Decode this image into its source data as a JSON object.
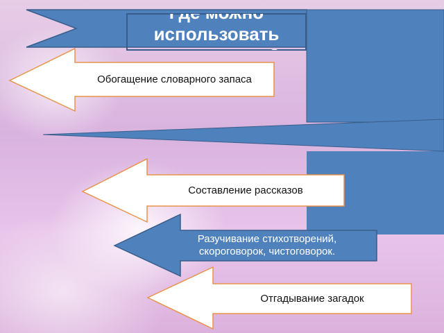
{
  "title": {
    "text": "Где  можно использовать мнемосхемы?"
  },
  "items": [
    {
      "label": "Обогащение словарного запаса"
    },
    {
      "label": "Составление рассказов"
    },
    {
      "label": "Разучивание стихотворений, скороговорок, чистоговорок."
    },
    {
      "label": "Отгадывание загадок"
    }
  ],
  "colors": {
    "blue": "#4f81bd",
    "blue_outline": "#385d8a",
    "arrow_fill": "#ffffff",
    "arrow_outline": "#e8944a",
    "text_dark": "#111111",
    "text_light": "#ffffff"
  }
}
